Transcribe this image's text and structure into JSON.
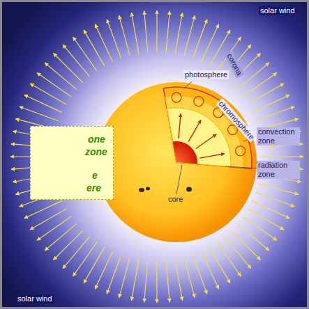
{
  "diagram": {
    "nodes": [
      {
        "text": [
          "one",
          "zone",
          "e",
          "ere"
        ]
      }
    ],
    "labels": [
      "solar wind",
      "corona",
      "photosphere",
      "chromosphere",
      "convection zone",
      "radiation zone",
      "core",
      "solar wind"
    ]
  }
}
